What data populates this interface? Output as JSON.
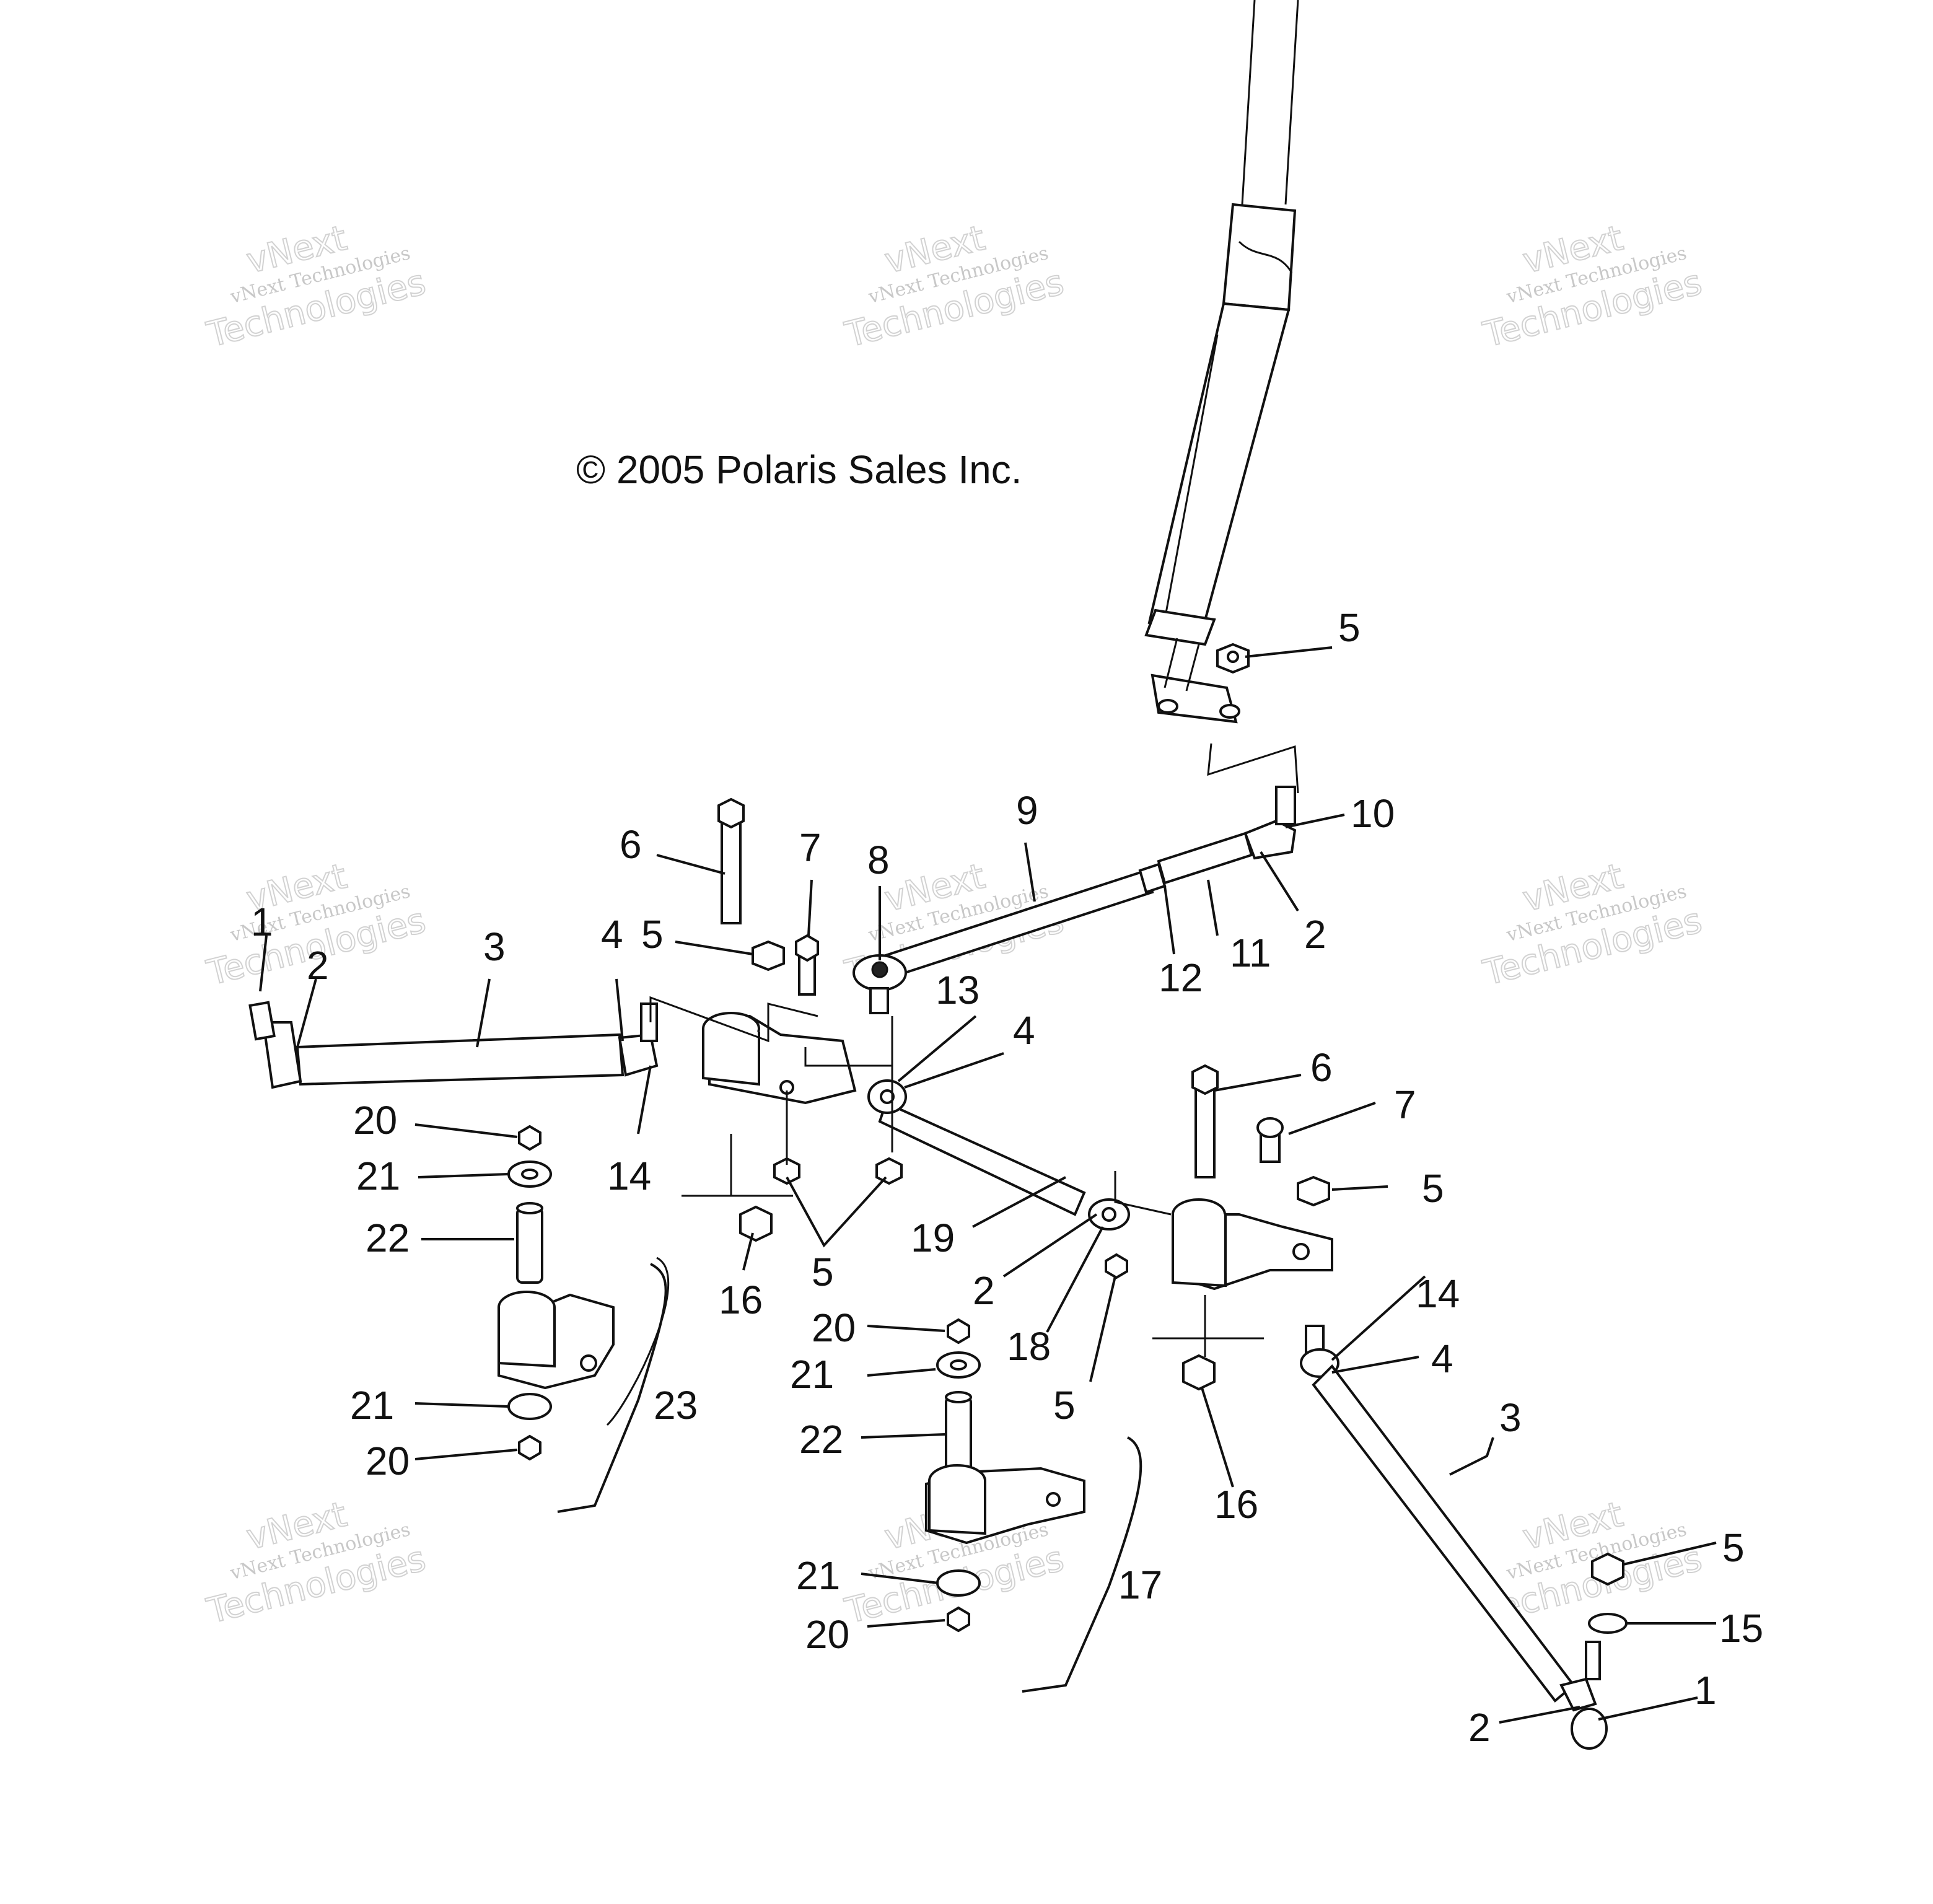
{
  "copyright": "© 2005 Polaris Sales Inc.",
  "watermark": {
    "line1": "vNext",
    "line2": "vNext Technologies",
    "line3": "Technologies"
  },
  "callouts": [
    {
      "id": "c1a",
      "text": "1"
    },
    {
      "id": "c2a",
      "text": "2"
    },
    {
      "id": "c3a",
      "text": "3"
    },
    {
      "id": "c4a",
      "text": "4"
    },
    {
      "id": "c5a",
      "text": "5"
    },
    {
      "id": "c6a",
      "text": "6"
    },
    {
      "id": "c7a",
      "text": "7"
    },
    {
      "id": "c8",
      "text": "8"
    },
    {
      "id": "c9",
      "text": "9"
    },
    {
      "id": "c10",
      "text": "10"
    },
    {
      "id": "c2b",
      "text": "2"
    },
    {
      "id": "c11",
      "text": "11"
    },
    {
      "id": "c12",
      "text": "12"
    },
    {
      "id": "c13",
      "text": "13"
    },
    {
      "id": "c4b",
      "text": "4"
    },
    {
      "id": "c5top",
      "text": "5"
    },
    {
      "id": "c6b",
      "text": "6"
    },
    {
      "id": "c7b",
      "text": "7"
    },
    {
      "id": "c5b",
      "text": "5"
    },
    {
      "id": "c20a",
      "text": "20"
    },
    {
      "id": "c14a",
      "text": "14"
    },
    {
      "id": "c21a",
      "text": "21"
    },
    {
      "id": "c22a",
      "text": "22"
    },
    {
      "id": "c19",
      "text": "19"
    },
    {
      "id": "c5c",
      "text": "5"
    },
    {
      "id": "c16a",
      "text": "16"
    },
    {
      "id": "c2c",
      "text": "2"
    },
    {
      "id": "c18",
      "text": "18"
    },
    {
      "id": "c14b",
      "text": "14"
    },
    {
      "id": "c4c",
      "text": "4"
    },
    {
      "id": "c20b",
      "text": "20"
    },
    {
      "id": "c21b",
      "text": "21"
    },
    {
      "id": "c5d",
      "text": "5"
    },
    {
      "id": "c21c",
      "text": "21"
    },
    {
      "id": "c23",
      "text": "23"
    },
    {
      "id": "c20c",
      "text": "20"
    },
    {
      "id": "c22b",
      "text": "22"
    },
    {
      "id": "c16b",
      "text": "16"
    },
    {
      "id": "c3b",
      "text": "3"
    },
    {
      "id": "c21d",
      "text": "21"
    },
    {
      "id": "c17",
      "text": "17"
    },
    {
      "id": "c5e",
      "text": "5"
    },
    {
      "id": "c15",
      "text": "15"
    },
    {
      "id": "c20d",
      "text": "20"
    },
    {
      "id": "c1b",
      "text": "1"
    },
    {
      "id": "c2d",
      "text": "2"
    }
  ]
}
